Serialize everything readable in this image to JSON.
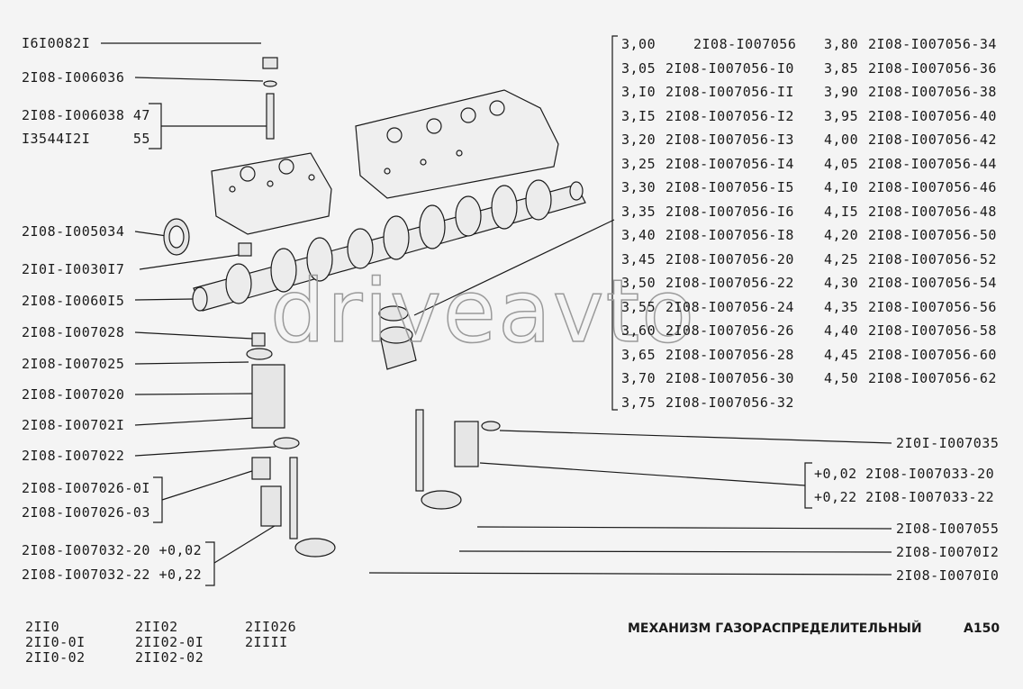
{
  "left_labels": [
    "I6I0082I",
    "2I08-I006036",
    "2I08-I006038 47",
    "I3544I2I     55",
    "2I08-I005034",
    "2I0I-I0030I7",
    "2I08-I0060I5",
    "2I08-I007028",
    "2I08-I007025",
    "2I08-I007020",
    "2I08-I00702I",
    "2I08-I007022",
    "2I08-I007026-0I",
    "2I08-I007026-03",
    "2I08-I007032-20 +0,02",
    "2I08-I007032-22 +0,22"
  ],
  "shim_table": {
    "col1_size": [
      "3,00",
      "3,05",
      "3,I0",
      "3,I5",
      "3,20",
      "3,25",
      "3,30",
      "3,35",
      "3,40",
      "3,45",
      "3,50",
      "3,55",
      "3,60",
      "3,65",
      "3,70",
      "3,75"
    ],
    "col1_part": [
      "2I08-I007056",
      "2I08-I007056-I0",
      "2I08-I007056-II",
      "2I08-I007056-I2",
      "2I08-I007056-I3",
      "2I08-I007056-I4",
      "2I08-I007056-I5",
      "2I08-I007056-I6",
      "2I08-I007056-I8",
      "2I08-I007056-20",
      "2I08-I007056-22",
      "2I08-I007056-24",
      "2I08-I007056-26",
      "2I08-I007056-28",
      "2I08-I007056-30",
      "2I08-I007056-32"
    ],
    "col2_size": [
      "3,80",
      "3,85",
      "3,90",
      "3,95",
      "4,00",
      "4,05",
      "4,I0",
      "4,I5",
      "4,20",
      "4,25",
      "4,30",
      "4,35",
      "4,40",
      "4,45",
      "4,50"
    ],
    "col2_part": [
      "2I08-I007056-34",
      "2I08-I007056-36",
      "2I08-I007056-38",
      "2I08-I007056-40",
      "2I08-I007056-42",
      "2I08-I007056-44",
      "2I08-I007056-46",
      "2I08-I007056-48",
      "2I08-I007056-50",
      "2I08-I007056-52",
      "2I08-I007056-54",
      "2I08-I007056-56",
      "2I08-I007056-58",
      "2I08-I007056-60",
      "2I08-I007056-62"
    ]
  },
  "right_labels": [
    "2I0I-I007035",
    "+0,02 2I08-I007033-20",
    "+0,22 2I08-I007033-22",
    "2I08-I007055",
    "2I08-I0070I2",
    "2I08-I0070I0"
  ],
  "models": {
    "col1": [
      "2II0",
      "2II0-0I",
      "2II0-02"
    ],
    "col2": [
      "2II02",
      "2II02-0I",
      "2II02-02"
    ],
    "col3": [
      "2II026",
      "2IIII"
    ]
  },
  "title": "МЕХАНИЗМ ГАЗОРАСПРЕДЕЛИТЕЛЬНЫЙ",
  "page_code": "A150",
  "watermark": "driveavto"
}
